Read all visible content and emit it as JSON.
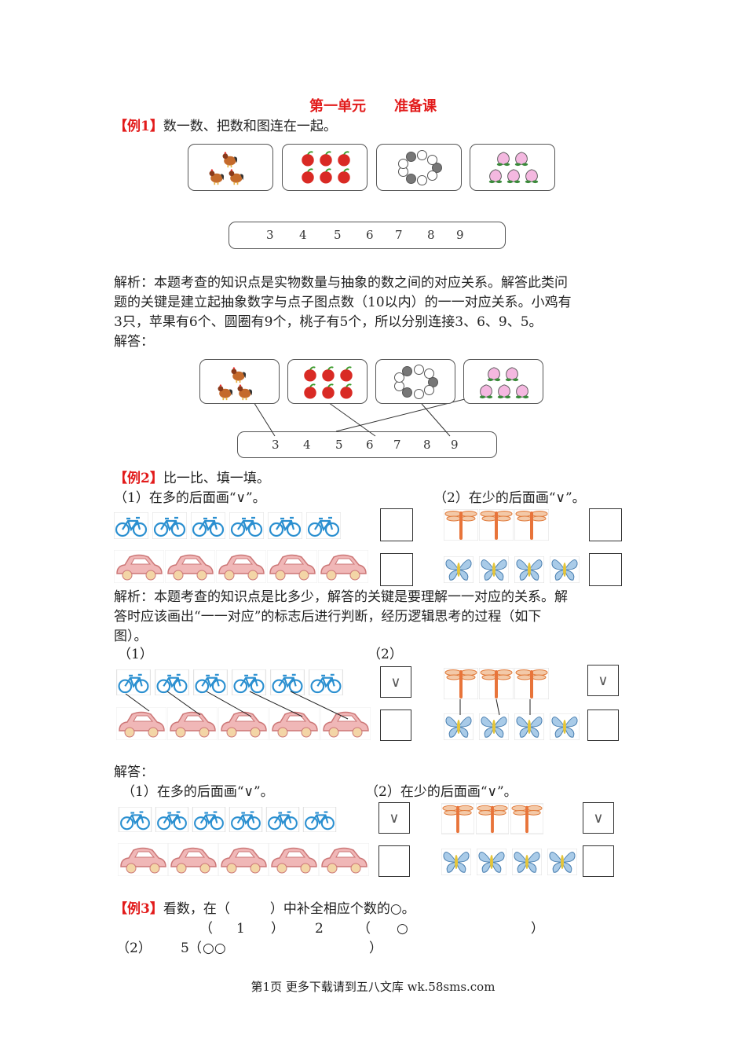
{
  "title": "第一单元　　准备课",
  "ex1": {
    "tag": "【例1】",
    "prompt": "数一数、把数和图连在一起。",
    "numbers": [
      "3",
      "4",
      "5",
      "6",
      "7",
      "8",
      "9"
    ],
    "analysis": [
      "解析：本题考查的知识点是实物数量与抽象的数之间的对应关系。解答此类问",
      "题的关键是建立起抽象数字与点子图点数（10以内）的一一对应关系。小鸡有",
      "3只，苹果有6个、圆圈有9个，桃子有5个，所以分别连接3、6、9、5。"
    ],
    "answer_label": "解答：",
    "counts": {
      "chickens": 3,
      "apples": 6,
      "circles": 9,
      "peaches": 5
    }
  },
  "ex2": {
    "tag": "【例2】",
    "prompt": "比一比、填一填。",
    "q1": "（1）在多的后面画“∨”。",
    "q2": "（2）在少的后面画“∨”。",
    "analysis": [
      "解析：本题考查的知识点是比多少，解答的关键是要理解一一对应的关系。解",
      "答时应该画出“一一对应”的标志后进行判断，经历逻辑思考的过程（如下",
      "图）。"
    ],
    "label1": "（1）",
    "label2": "（2）",
    "check": "∨",
    "answer_label": "解答：",
    "counts": {
      "bikes": 6,
      "cars": 5,
      "dragonflies": 3,
      "butterflies": 4
    }
  },
  "ex3": {
    "tag": "【例3】",
    "prompt": "看数，在（　　　）中补全相应个数的○。",
    "line1": {
      "open": "（",
      "num": "1",
      "close": "）",
      "value": "2",
      "paren_open": "（",
      "circles": "○",
      "paren_close": "）"
    },
    "line2": {
      "label": "（2）",
      "value": "5",
      "paren_open": "（",
      "circles": "○○",
      "paren_close": "）"
    }
  },
  "footer": "第1页 更多下载请到五八文库 wk.58sms.com"
}
